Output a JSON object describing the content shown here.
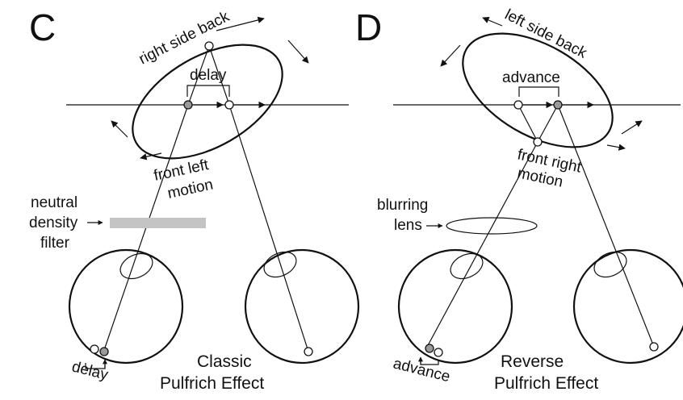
{
  "panels": [
    {
      "letter": "C",
      "orbit_label": "right side back",
      "shift_label": "delay",
      "near_label_line1": "front left",
      "near_label_line2": "motion",
      "filter_label_line1": "neutral",
      "filter_label_line2": "density",
      "filter_label_line3": "filter",
      "eye_shift_label": "delay",
      "caption_line1": "Classic",
      "caption_line2": "Pulfrich Effect",
      "filter_color": "#c4c4c4"
    },
    {
      "letter": "D",
      "orbit_label": "left side back",
      "shift_label": "advance",
      "near_label_line1": "front right",
      "near_label_line2": "motion",
      "filter_label_line1": "blurring",
      "filter_label_line2": "lens",
      "eye_shift_label": "advance",
      "caption_line1": "Reverse",
      "caption_line2": "Pulfrich Effect"
    }
  ],
  "colors": {
    "ink": "#111111",
    "marker_gray": "#9a9a9a",
    "background": "#ffffff"
  }
}
